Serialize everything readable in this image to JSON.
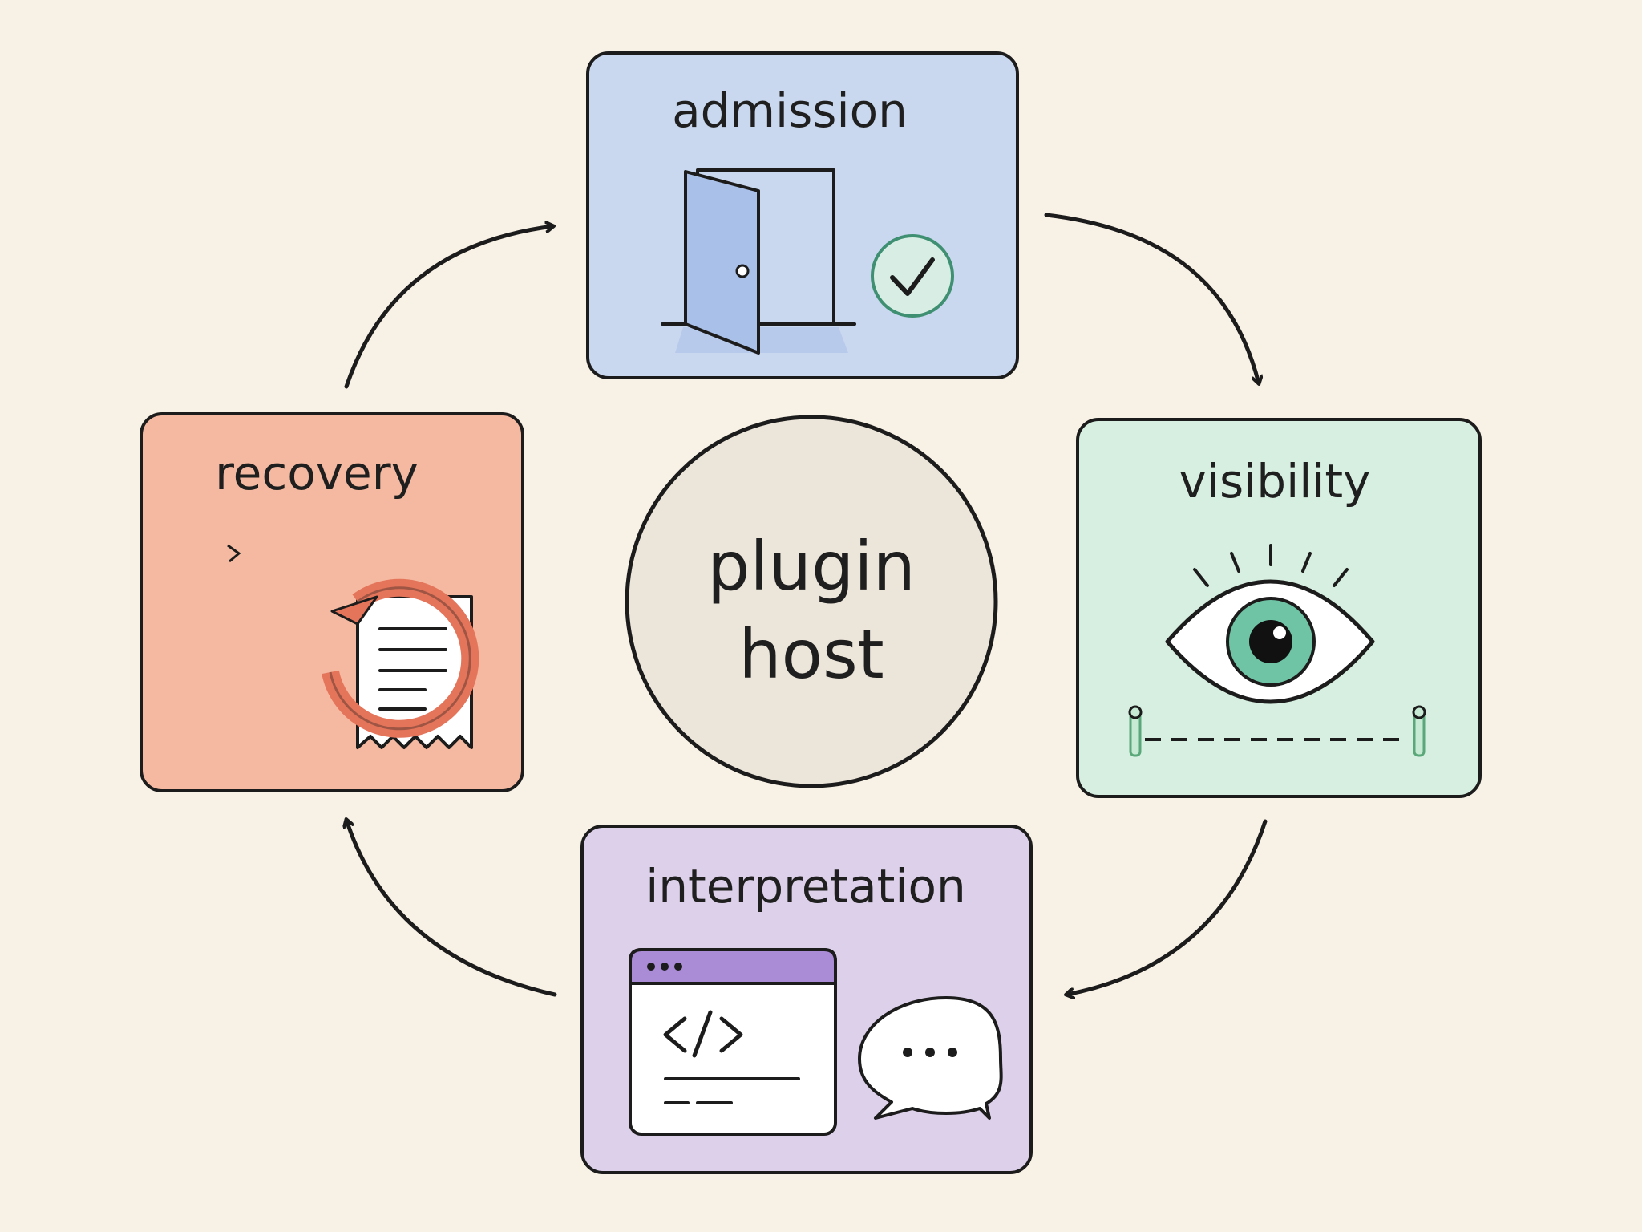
{
  "center": {
    "line1": "plugin",
    "line2": "host",
    "fill": "#ebe5da"
  },
  "stages": [
    {
      "label": "admission",
      "fill": "#c9d8ef",
      "icon": "open-door-with-checkmark"
    },
    {
      "label": "visibility",
      "fill": "#d6efe0",
      "icon": "eye-with-boundary-line"
    },
    {
      "label": "interpretation",
      "fill": "#ddd0ea",
      "icon": "code-window-and-speech-bubble"
    },
    {
      "label": "recovery",
      "fill": "#f4b9a0",
      "icon": "circular-arrow-and-receipt"
    }
  ],
  "colors": {
    "background": "#f8f1e5",
    "ink": "#1c1c1c",
    "door": "#a9c0e8",
    "check": "#3f8f72",
    "eye_iris": "#6fc4a6",
    "boundary": "#5aa77a",
    "code_header": "#a98bd6",
    "recovery_arrow": "#e4745a"
  },
  "flow": "clockwise"
}
